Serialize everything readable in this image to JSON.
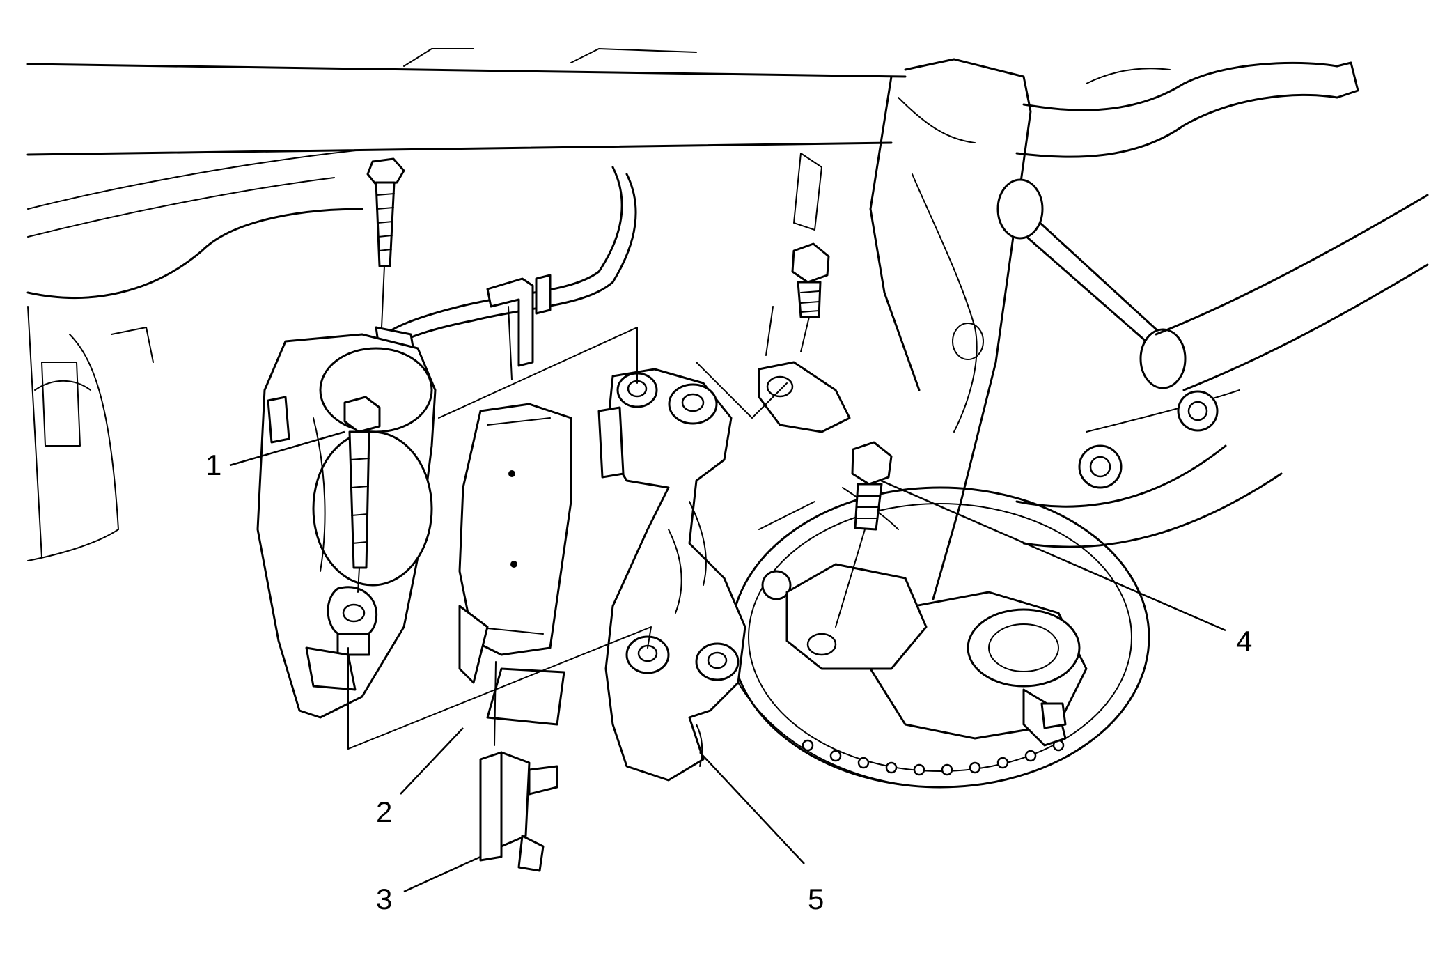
{
  "callouts": [
    {
      "id": "1",
      "label": "1"
    },
    {
      "id": "2",
      "label": "2"
    },
    {
      "id": "3",
      "label": "3"
    },
    {
      "id": "4",
      "label": "4"
    },
    {
      "id": "5",
      "label": "5"
    }
  ],
  "line_color": "#000000",
  "background_color": "#ffffff"
}
